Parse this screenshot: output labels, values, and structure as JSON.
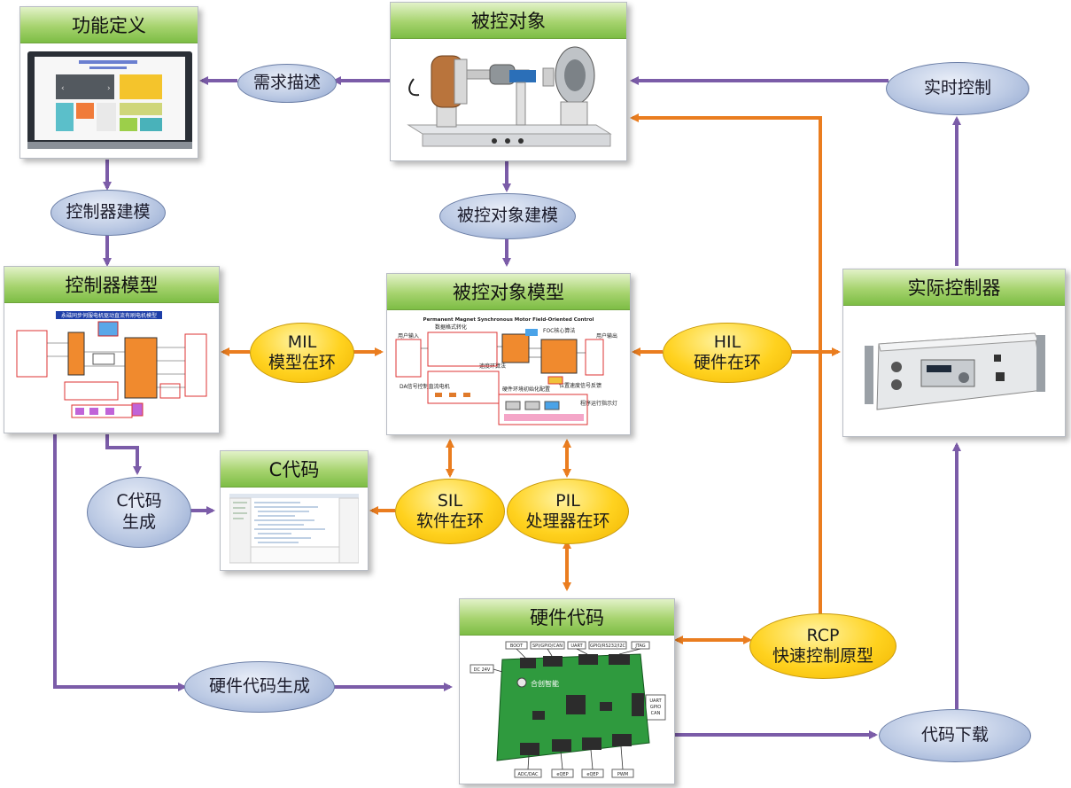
{
  "nodes": {
    "func_def": "功能定义",
    "plant": "被控对象",
    "ctrl_model": "控制器模型",
    "plant_model": "被控对象模型",
    "real_ctrl": "实际控制器",
    "c_code": "C代码",
    "hw_code": "硬件代码"
  },
  "ovals": {
    "req_desc": "需求描述",
    "ctrl_modeling": "控制器建模",
    "plant_modeling": "被控对象建模",
    "realtime_ctrl": "实时控制",
    "c_gen_line1": "C代码",
    "c_gen_line2": "生成",
    "hw_gen": "硬件代码生成",
    "code_download": "代码下载"
  },
  "loops": {
    "mil": {
      "abbr": "MIL",
      "name": "模型在环"
    },
    "hil": {
      "abbr": "HIL",
      "name": "硬件在环"
    },
    "sil": {
      "abbr": "SIL",
      "name": "软件在环"
    },
    "pil": {
      "abbr": "PIL",
      "name": "处理器在环"
    },
    "rcp": {
      "abbr": "RCP",
      "name": "快速控制原型"
    }
  },
  "board_labels": {
    "boot": "BOOT",
    "spi": "SPI/GPIO/CAN",
    "uart": "UART",
    "gpio": "GPIO/RS232/I2C",
    "jtag": "JTAG",
    "dc": "DC 24V",
    "side": [
      "UART",
      "GPIO",
      "CAN"
    ],
    "adc": "ADC/DAC",
    "eqep1": "eQEP",
    "eqep2": "eQEP",
    "pwm": "PWM",
    "logo": "合创智能"
  },
  "model_texts": {
    "ctrl_title": "永磁同步伺服电机驱动直流有刷电机模型",
    "plant_title": "Permanent Magnet Synchronous Motor Field-Oriented Control",
    "user_in": "用户输入",
    "data_fmt": "数据格式转化",
    "foc": "FOC核心算法",
    "user_out": "用户输出",
    "speed_loop": "速度环算法",
    "da_ctrl": "DA信号控制直流电机",
    "hw_init": "硬件环境初始化配置",
    "pos_fb": "位置速度信号反馈",
    "run_led": "程序运行指示灯"
  },
  "colors": {
    "purple_arrow": "#7b5ca8",
    "orange_arrow": "#ea7d1f",
    "title_green": "#8cc759",
    "oval_blue": "#b3c3e2",
    "oval_gold": "#ffd21f"
  }
}
